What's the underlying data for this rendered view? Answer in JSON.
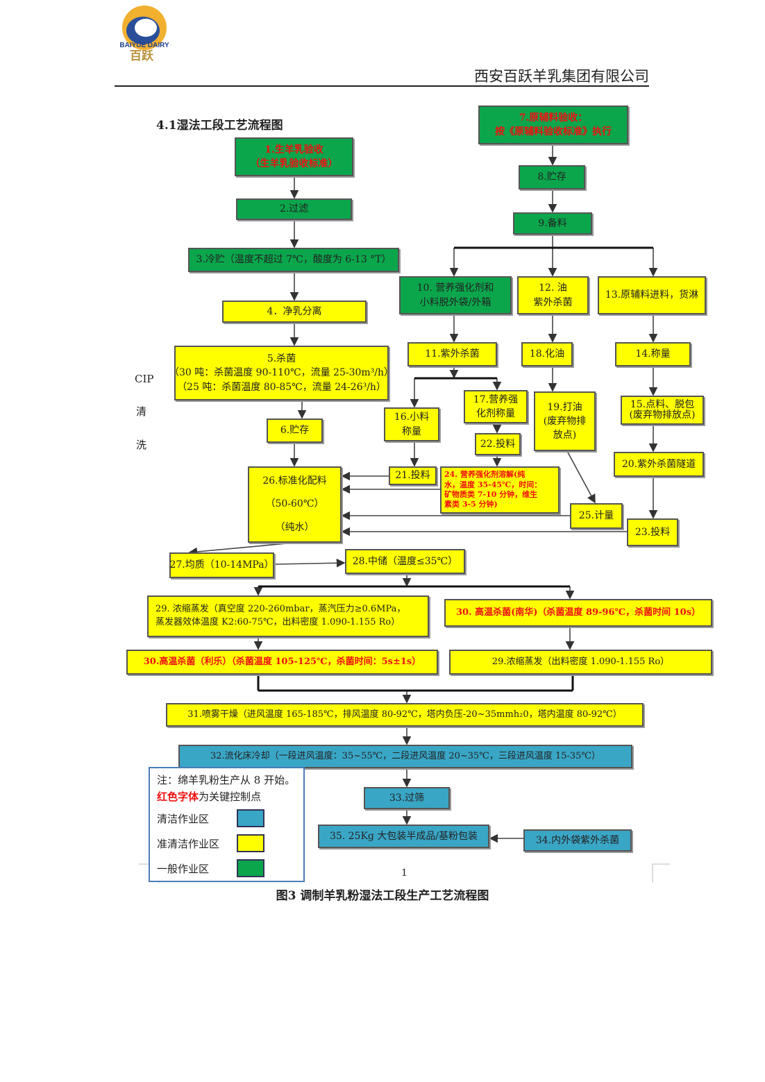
{
  "header": {
    "company": "西安百跃羊乳集团有限公司",
    "logo_text": "BAIYUE DAIRY 百跃"
  },
  "section_title": "4.1湿法工段工艺流程图",
  "side_label": {
    "cip": "CIP",
    "qing": "清",
    "xi": "洗"
  },
  "nodes": {
    "n1": [
      "1.生羊乳验收",
      "（生羊乳验收标准）"
    ],
    "n2": [
      "2.过滤"
    ],
    "n3": [
      "3.冷贮（温度不超过 7℃，酸度为 6-13 °T）"
    ],
    "n4": [
      "4．净乳分离"
    ],
    "n5": [
      "5.杀菌",
      "（30 吨：杀菌温度 90-110℃，流量 25-30m³/h）",
      "（25 吨：杀菌温度 80-85℃，流量 24-26³/h）"
    ],
    "n6": [
      "6.贮存"
    ],
    "n7": [
      "7.原辅料验收：",
      "按《原辅料验收标准》执行"
    ],
    "n8": [
      "8.贮存"
    ],
    "n9": [
      "9.备料"
    ],
    "n10": [
      "10. 营养强化剂和",
      "小料脱外袋/外箱"
    ],
    "n11": [
      "11.紫外杀菌"
    ],
    "n12": [
      "12. 油",
      "紫外杀菌"
    ],
    "n13": [
      "13.原辅料进料，货淋"
    ],
    "n14": [
      "14.称量"
    ],
    "n15": [
      "15.点料、脱包",
      "(废弃物排放点)"
    ],
    "n16": [
      "16.小料",
      "称量"
    ],
    "n17": [
      "17.营养强",
      "化剂称量"
    ],
    "n18": [
      "18.化油"
    ],
    "n19": [
      "19.打油",
      "(废弃物排",
      "放点)"
    ],
    "n20": [
      "20.紫外杀菌隧道"
    ],
    "n21": [
      "21.投料"
    ],
    "n22": [
      "22.投料"
    ],
    "n23": [
      "23.投料"
    ],
    "n24": [
      "24. 营养强化剂溶解(纯",
      "水，温度 35-45℃，时间：",
      "矿物质类 7-10 分钟，维生",
      "素类 3-5 分钟)"
    ],
    "n25": [
      "25.计量"
    ],
    "n26": [
      "26.标准化配料",
      "（50-60℃）",
      "（纯水）"
    ],
    "n27": [
      "27.均质（10-14MPa）"
    ],
    "n28": [
      "28.中储（温度≤35℃）"
    ],
    "n29a": [
      "29. 浓缩蒸发（真空度 220-260mbar，蒸汽压力≥0.6MPa，",
      "蒸发器效体温度 K2:60-75℃，出料密度 1.090-1.155 Ro）"
    ],
    "n30a": [
      "30. 高温杀菌(南华)（杀菌温度 89-96℃，杀菌时间 10s）"
    ],
    "n30b": [
      "30.高温杀菌（利乐）（杀菌温度 105-125℃，杀菌时间：5s±1s）"
    ],
    "n29b": [
      "29.浓缩蒸发（出料密度 1.090-1.155 Ro）"
    ],
    "n31": [
      "31.喷雾干燥（进风温度 165-185℃，排风温度 80-92℃，塔内负压-20~35mmh₂0，塔内温度 80-92℃）"
    ],
    "n32": [
      "32.流化床冷却（一段进风温度：35~55℃，二段进风温度 20~35℃，三段进风温度 15-35℃）"
    ],
    "n33": [
      "33.过筛"
    ],
    "n34": [
      "34.内外袋紫外杀菌"
    ],
    "n35": [
      "35. 25Kg 大包装半成品/基粉包装"
    ]
  },
  "legend": {
    "note": "注：绵羊乳粉生产从 8 开始。",
    "red_label": "红色字体",
    "red_suffix": "为关键控制点",
    "clean": "清洁作业区",
    "semi_clean": "准清洁作业区",
    "general": "一般作业区",
    "colors": {
      "clean": "#3aa6c6",
      "semi_clean": "#ffff00",
      "general": "#0ba64c",
      "key_text": "#ee1111"
    }
  },
  "page_number": "1",
  "caption": "图3 调制羊乳粉湿法工段生产工艺流程图"
}
